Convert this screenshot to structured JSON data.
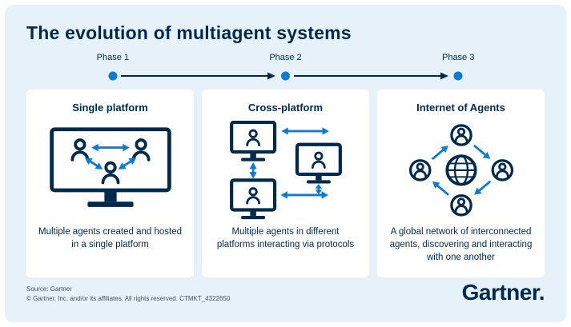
{
  "title": "The evolution of multiagent systems",
  "timeline": {
    "phases": [
      {
        "label": "Phase 1"
      },
      {
        "label": "Phase 2"
      },
      {
        "label": "Phase 3"
      }
    ]
  },
  "cards": [
    {
      "title": "Single platform",
      "caption": "Multiple agents created and hosted in a single platform",
      "icon": "monitor-with-agents-icon"
    },
    {
      "title": "Cross-platform",
      "caption": "Multiple agents in different platforms interacting via protocols",
      "icon": "linked-monitors-icon"
    },
    {
      "title": "Internet of Agents",
      "caption": "A global network of interconnected agents, discovering and interacting with one another",
      "icon": "globe-agent-network-icon"
    }
  ],
  "footer": {
    "source": "Source: Gartner",
    "copyright": "© Gartner, Inc. and/or its affiliates. All rights reserved. CTMKT_4322650",
    "logo": "Gartner."
  },
  "colors": {
    "background": "#E6F1FA",
    "card": "#FFFFFF",
    "navy": "#00294E",
    "accent": "#0C7BD0",
    "footer_text": "#44505C"
  }
}
